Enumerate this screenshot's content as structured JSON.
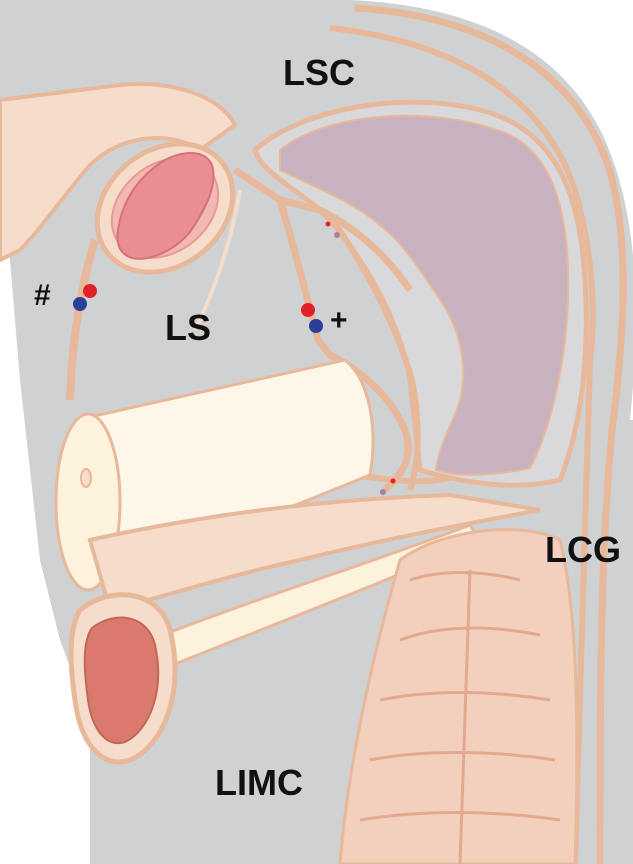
{
  "labels": {
    "lsc": "LSC",
    "ls": "LS",
    "lcg": "LCG",
    "limc": "LIMC",
    "hash": "#",
    "plus": "+"
  },
  "colors": {
    "background_gray": "#cfd1d3",
    "fascia_outline": "#e8b89a",
    "fascia_fill": "#f6dccb",
    "muscle_purple": "#c9b2c0",
    "vessel_lumen": "#e98e93",
    "artery_red": "#e2202a",
    "vein_blue": "#2d3e99",
    "bone_cream": "#fdf7ea",
    "cartilage_pink": "#f3cfbd",
    "lower_lumen": "#d97a6d"
  }
}
